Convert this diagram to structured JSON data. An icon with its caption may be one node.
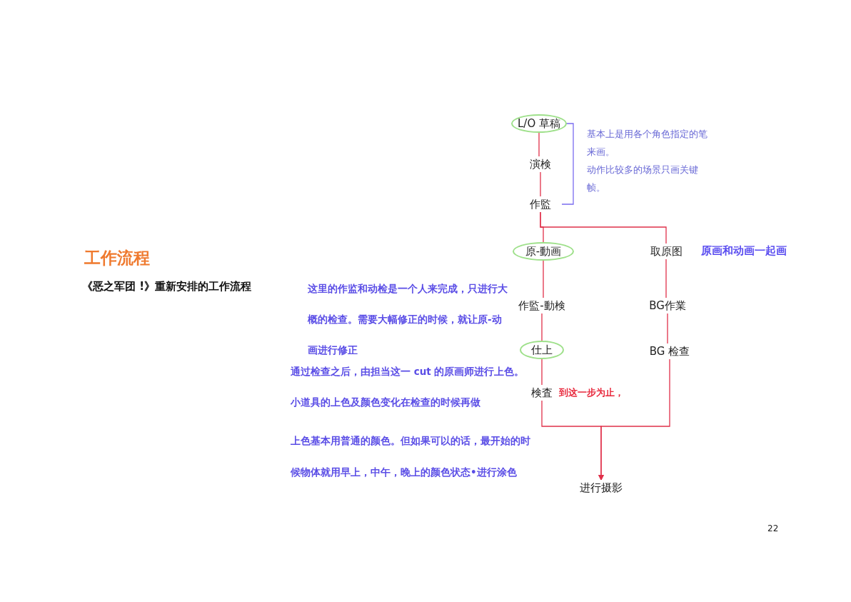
{
  "diagram": {
    "title": "工作流程",
    "nodes": [
      {
        "text": [
          "L/O 草稿"
        ]
      },
      {
        "text": [
          "演検"
        ]
      },
      {
        "text": [
          "作監"
        ]
      },
      {
        "text": [
          "原-動画"
        ]
      },
      {
        "text": [
          "作監-動検"
        ]
      },
      {
        "text": [
          "仕上"
        ]
      },
      {
        "text": [
          "検査"
        ],
        "beside": [
          "到这一步为止，"
        ]
      },
      {
        "text": [
          "取原图"
        ]
      },
      {
        "text": [
          "BG作業"
        ]
      },
      {
        "text": [
          "BG 检查"
        ]
      },
      {
        "text": [
          "进行摄影"
        ]
      }
    ],
    "edges": [
      {
        "from": 0,
        "to": 1,
        "arrow": "none"
      },
      {
        "from": 1,
        "to": 2,
        "arrow": "none"
      },
      {
        "from": 2,
        "to": 3,
        "arrow": "none"
      },
      {
        "from": 3,
        "to": 4,
        "arrow": "none"
      },
      {
        "from": 4,
        "to": 5,
        "arrow": "none"
      },
      {
        "from": 5,
        "to": 6,
        "arrow": "none"
      },
      {
        "from": 2,
        "to": 7,
        "arrow": "none"
      },
      {
        "from": 7,
        "to": 8,
        "arrow": "none"
      },
      {
        "from": 8,
        "to": 9,
        "arrow": "none"
      },
      {
        "from": 6,
        "to": 10,
        "arrow": "to"
      },
      {
        "from": 9,
        "to": 10,
        "arrow": "to"
      }
    ],
    "labels": [
      "《恶之军团 !》重新安排的工作流程",
      "基本上是用各个角色指定的笔来画。",
      "动作比较多的场景只画关键帧。",
      "**原画和动画**一起画",
      "这里的**作监和动检**是一个人来完成，只进行大概的检查。需要大幅修正的时候，就让原-动画进行修正",
      "通过检查之后，由担当这一 cut 的原画师进行**上色**。",
      "小道具的上色及颜色变化在检查的时候再做",
      "上色基本用普通的颜色。但如果可以的话，最开始的时候物体就用早上，中午，晚上的颜色状态•进行涂色",
      "22"
    ]
  }
}
